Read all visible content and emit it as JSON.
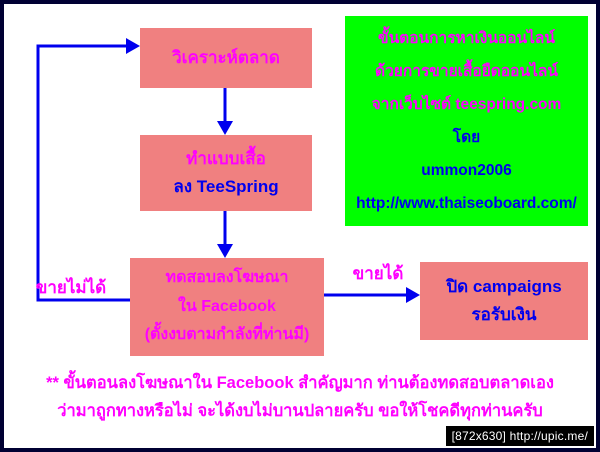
{
  "boxes": {
    "analyze": {
      "line1": "วิเคราะห์ตลาด"
    },
    "design": {
      "line1": "ทำแบบเสื้อ",
      "line2": "ลง TeeSpring"
    },
    "test_ads": {
      "line1": "ทดสอบลงโฆษณา",
      "line2": "ใน Facebook",
      "line3": "(ตั้งงบตามกำลังที่ท่านมี)"
    },
    "close_campaign": {
      "line1": "ปิด campaigns",
      "line2": "รอรับเงิน"
    }
  },
  "labels": {
    "cannot_sell": "ขายไม่ได้",
    "can_sell": "ขายได้"
  },
  "info_box": {
    "line1": "ขั้นตอนการหาเงินออนไลน์",
    "line2": "ด้วยการขายเสื้อยืดออนไลน์",
    "line3": "จากเว็บไซต์ teespring.com",
    "line4": "โดย",
    "line5": "ummon2006",
    "line6": "http://www.thaiseoboard.com/"
  },
  "footnote": {
    "line1": "** ขั้นตอนลงโฆษณาใน Facebook สำคัญมาก ท่านต้องทดสอบตลาดเอง",
    "line2": "ว่ามาถูกทางหรือไม่ จะได้งบไม่บานปลายครับ ขอให้โชคดีทุกท่านครับ"
  },
  "watermark": "[872x630] http://upic.me/",
  "colors": {
    "box_fill": "#F08080",
    "info_fill": "#00FF00",
    "magenta_text": "#FF00FF",
    "blue_text": "#0000EE",
    "arrow": "#0000EE",
    "frame_border": "#000033"
  }
}
